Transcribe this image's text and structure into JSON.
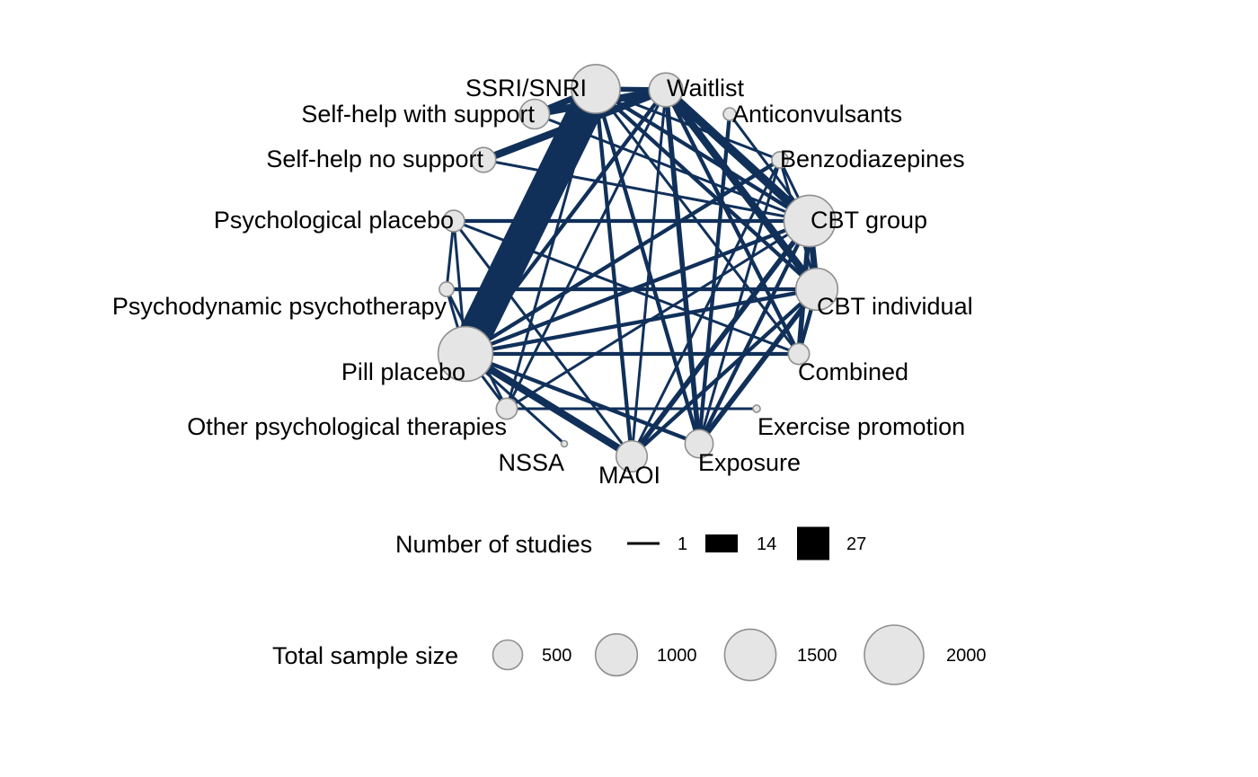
{
  "nodes": [
    {
      "id": "ssri",
      "label": "SSRI/SNRI",
      "sample_size": 1350
    },
    {
      "id": "waitlist",
      "label": "Waitlist",
      "sample_size": 650
    },
    {
      "id": "anticonv",
      "label": "Anticonvulsants",
      "sample_size": 90
    },
    {
      "id": "benzo",
      "label": "Benzodiazepines",
      "sample_size": 150
    },
    {
      "id": "cbtg",
      "label": "CBT group",
      "sample_size": 1500
    },
    {
      "id": "cbti",
      "label": "CBT individual",
      "sample_size": 1000
    },
    {
      "id": "combined",
      "label": "Combined",
      "sample_size": 250
    },
    {
      "id": "exercise",
      "label": "Exercise promotion",
      "sample_size": 30
    },
    {
      "id": "exposure",
      "label": "Exposure",
      "sample_size": 450
    },
    {
      "id": "maoi",
      "label": "MAOI",
      "sample_size": 550
    },
    {
      "id": "nssa",
      "label": "NSSA",
      "sample_size": 20
    },
    {
      "id": "otherpsy",
      "label": "Other psychological therapies",
      "sample_size": 250
    },
    {
      "id": "pill",
      "label": "Pill placebo",
      "sample_size": 1700
    },
    {
      "id": "psychodyn",
      "label": "Psychodynamic psychotherapy",
      "sample_size": 120
    },
    {
      "id": "psyplac",
      "label": "Psychological placebo",
      "sample_size": 260
    },
    {
      "id": "selfno",
      "label": "Self-help no support",
      "sample_size": 350
    },
    {
      "id": "selfsup",
      "label": "Self-help with support",
      "sample_size": 500
    }
  ],
  "edges": [
    {
      "from": "ssri",
      "to": "pill",
      "studies": 27
    },
    {
      "from": "ssri",
      "to": "selfsup",
      "studies": 4
    },
    {
      "from": "ssri",
      "to": "waitlist",
      "studies": 3
    },
    {
      "from": "ssri",
      "to": "cbtg",
      "studies": 2
    },
    {
      "from": "ssri",
      "to": "cbti",
      "studies": 2
    },
    {
      "from": "ssri",
      "to": "benzo",
      "studies": 1
    },
    {
      "from": "ssri",
      "to": "maoi",
      "studies": 2
    },
    {
      "from": "ssri",
      "to": "exposure",
      "studies": 2
    },
    {
      "from": "ssri",
      "to": "combined",
      "studies": 1
    },
    {
      "from": "ssri",
      "to": "otherpsy",
      "studies": 1
    },
    {
      "from": "waitlist",
      "to": "selfsup",
      "studies": 5
    },
    {
      "from": "waitlist",
      "to": "selfno",
      "studies": 5
    },
    {
      "from": "waitlist",
      "to": "cbtg",
      "studies": 6
    },
    {
      "from": "waitlist",
      "to": "cbti",
      "studies": 5
    },
    {
      "from": "waitlist",
      "to": "exposure",
      "studies": 3
    },
    {
      "from": "waitlist",
      "to": "pill",
      "studies": 2
    },
    {
      "from": "waitlist",
      "to": "combined",
      "studies": 2
    },
    {
      "from": "waitlist",
      "to": "maoi",
      "studies": 1
    },
    {
      "from": "waitlist",
      "to": "otherpsy",
      "studies": 1
    },
    {
      "from": "selfno",
      "to": "cbtg",
      "studies": 1
    },
    {
      "from": "selfsup",
      "to": "cbtg",
      "studies": 1
    },
    {
      "from": "psyplac",
      "to": "cbtg",
      "studies": 2
    },
    {
      "from": "psyplac",
      "to": "pill",
      "studies": 1
    },
    {
      "from": "psyplac",
      "to": "psychodyn",
      "studies": 1
    },
    {
      "from": "psyplac",
      "to": "maoi",
      "studies": 1
    },
    {
      "from": "psyplac",
      "to": "combined",
      "studies": 1
    },
    {
      "from": "psychodyn",
      "to": "cbti",
      "studies": 2
    },
    {
      "from": "psychodyn",
      "to": "pill",
      "studies": 1
    },
    {
      "from": "psychodyn",
      "to": "otherpsy",
      "studies": 1
    },
    {
      "from": "pill",
      "to": "cbtg",
      "studies": 2
    },
    {
      "from": "pill",
      "to": "cbti",
      "studies": 2
    },
    {
      "from": "pill",
      "to": "combined",
      "studies": 2
    },
    {
      "from": "pill",
      "to": "maoi",
      "studies": 5
    },
    {
      "from": "pill",
      "to": "benzo",
      "studies": 2
    },
    {
      "from": "pill",
      "to": "exposure",
      "studies": 2
    },
    {
      "from": "pill",
      "to": "otherpsy",
      "studies": 1
    },
    {
      "from": "otherpsy",
      "to": "exercise",
      "studies": 1
    },
    {
      "from": "otherpsy",
      "to": "cbtg",
      "studies": 1
    },
    {
      "from": "maoi",
      "to": "cbtg",
      "studies": 3
    },
    {
      "from": "maoi",
      "to": "cbti",
      "studies": 2
    },
    {
      "from": "maoi",
      "to": "benzo",
      "studies": 1
    },
    {
      "from": "exposure",
      "to": "cbtg",
      "studies": 2
    },
    {
      "from": "exposure",
      "to": "cbti",
      "studies": 3
    },
    {
      "from": "exposure",
      "to": "anticonv",
      "studies": 2
    },
    {
      "from": "exposure",
      "to": "benzo",
      "studies": 1
    },
    {
      "from": "cbtg",
      "to": "cbti",
      "studies": 4
    },
    {
      "from": "cbtg",
      "to": "combined",
      "studies": 3
    },
    {
      "from": "cbtg",
      "to": "benzo",
      "studies": 1
    },
    {
      "from": "cbti",
      "to": "combined",
      "studies": 2
    },
    {
      "from": "cbti",
      "to": "benzo",
      "studies": 1
    },
    {
      "from": "anticonv",
      "to": "cbtg",
      "studies": 1
    },
    {
      "from": "pill",
      "to": "nssa",
      "studies": 1
    }
  ],
  "legend": {
    "studies_title": "Number of studies",
    "studies_keys": [
      {
        "value": 1,
        "label": "1"
      },
      {
        "value": 14,
        "label": "14"
      },
      {
        "value": 27,
        "label": "27"
      }
    ],
    "size_title": "Total sample size",
    "size_keys": [
      {
        "value": 500,
        "label": "500"
      },
      {
        "value": 1000,
        "label": "1000"
      },
      {
        "value": 1500,
        "label": "1500"
      },
      {
        "value": 2000,
        "label": "2000"
      }
    ]
  },
  "colors": {
    "edge": "#10305a",
    "node_fill": "#e5e5e5",
    "node_stroke": "#8f8f8f",
    "legend_key": "#000000"
  }
}
